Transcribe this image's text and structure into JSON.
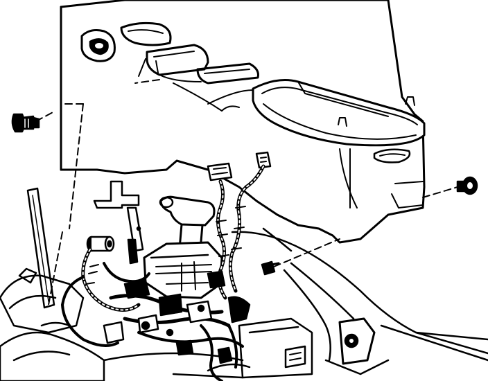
{
  "diagram": {
    "colors": {
      "background": "#ffffff",
      "line": "#000000",
      "fill": "#ffffff",
      "dark": "#000000"
    },
    "parts": [
      {
        "id": "center-console",
        "icon": "console-shell"
      },
      {
        "id": "front-fastener",
        "icon": "screw-icon"
      },
      {
        "id": "rear-fastener",
        "icon": "screw-icon"
      },
      {
        "id": "lower-fastener",
        "icon": "screw-icon"
      },
      {
        "id": "shift-lever",
        "icon": "shifter-knob"
      },
      {
        "id": "wiring-harness",
        "icon": "wire-harness"
      },
      {
        "id": "electrical-connector",
        "icon": "connector-icon"
      },
      {
        "id": "mounting-bracket",
        "icon": "bracket-icon"
      }
    ]
  }
}
